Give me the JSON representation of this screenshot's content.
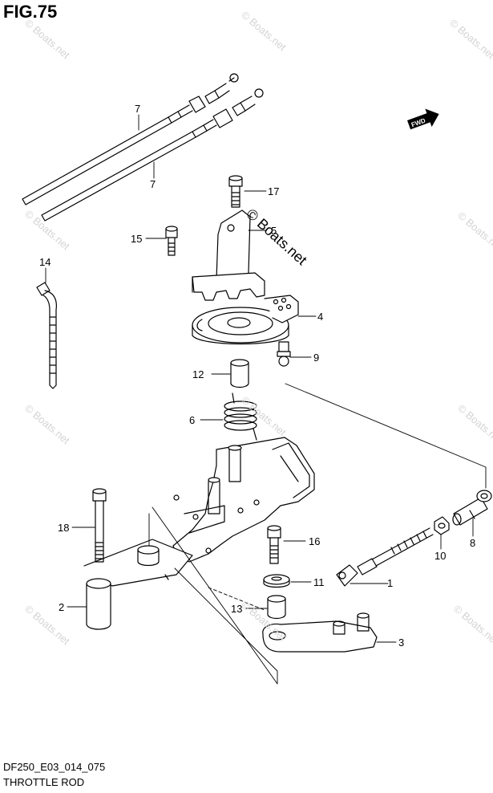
{
  "figure": {
    "title": "FIG.75",
    "code": "DF250_E03_014_075",
    "name": "THROTTLE ROD"
  },
  "orientation_badge": "FWD",
  "watermark": {
    "text": "© Boats.net"
  },
  "callouts": [
    {
      "id": "c7a",
      "label": "7"
    },
    {
      "id": "c7b",
      "label": "7"
    },
    {
      "id": "c17",
      "label": "17"
    },
    {
      "id": "c5",
      "label": "5"
    },
    {
      "id": "c15",
      "label": "15"
    },
    {
      "id": "c14",
      "label": "14"
    },
    {
      "id": "c4",
      "label": "4"
    },
    {
      "id": "c9",
      "label": "9"
    },
    {
      "id": "c12",
      "label": "12"
    },
    {
      "id": "c6",
      "label": "6"
    },
    {
      "id": "c18",
      "label": "18"
    },
    {
      "id": "c16",
      "label": "16"
    },
    {
      "id": "c8",
      "label": "8"
    },
    {
      "id": "c10",
      "label": "10"
    },
    {
      "id": "c1",
      "label": "1"
    },
    {
      "id": "c11",
      "label": "11"
    },
    {
      "id": "c2",
      "label": "2"
    },
    {
      "id": "c13",
      "label": "13"
    },
    {
      "id": "c3",
      "label": "3"
    }
  ]
}
